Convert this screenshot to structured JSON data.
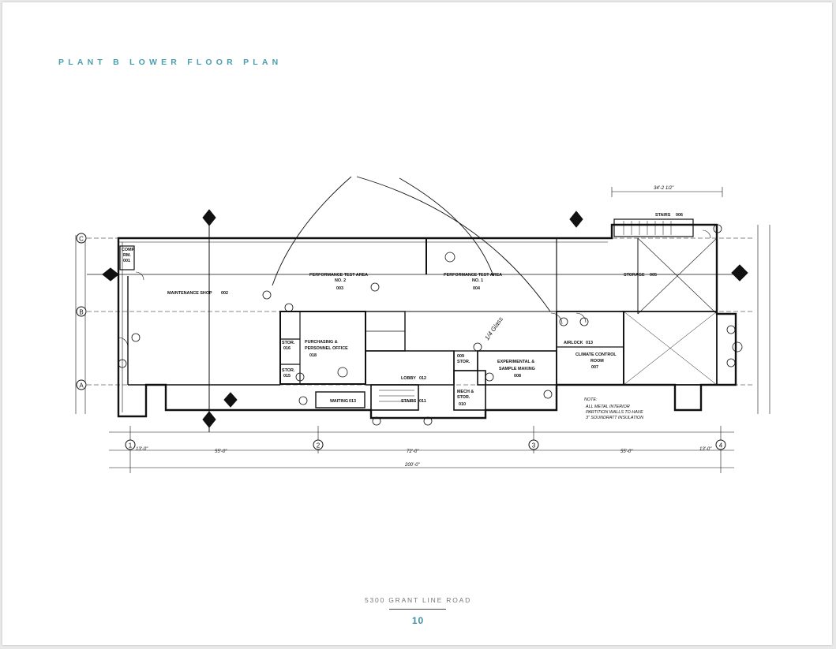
{
  "header": {
    "title": "PLANT B LOWER FLOOR PLAN"
  },
  "plan": {
    "rooms": {
      "maintenance": "MAINTENANCE SHOP",
      "maintenance_no": "002",
      "perf2": "PERFORMANCE TEST AREA",
      "perf2_sub": "NO. 2",
      "perf2_no": "003",
      "perf1": "PERFORMANCE TEST AREA",
      "perf1_sub": "NO. 1",
      "perf1_no": "004",
      "storage": "STORAGE",
      "storage_no": "005",
      "stairs_top": "STAIRS",
      "stairs_top_no": "006",
      "purchasing": "PURCHASING &",
      "purchasing2": "PERSONNEL OFFICE",
      "purchasing_no": "018",
      "stor_a": "STOR.",
      "stor_a_no": "016",
      "stor_b": "STOR.",
      "stor_b_no": "015",
      "lobby": "LOBBY",
      "lobby_no": "012",
      "waiting": "WAITING",
      "waiting_no": "013",
      "stairs_bottom": "STAIRS",
      "stairs_bottom_no": "011",
      "mech": "MECH &",
      "mech2": "STOR.",
      "mech_no": "010",
      "stor_c": "STOR.",
      "stor_c_no": "009",
      "experimental": "EXPERIMENTAL &",
      "experimental2": "SAMPLE MAKING",
      "experimental_no": "008",
      "airlock": "AIRLOCK",
      "airlock_no": "013",
      "climate": "CLIMATE CONTROL",
      "climate2": "ROOM",
      "climate_no": "007",
      "comp": "COMP.",
      "comp2": "RM.",
      "comp_no": "001"
    },
    "grid_letters": [
      "C",
      "B",
      "A"
    ],
    "grid_numbers": [
      "1",
      "2",
      "3",
      "4"
    ],
    "dims": {
      "bay1": "55'-0\"",
      "bay2": "72'-0\"",
      "bay3": "55'-0\"",
      "total": "200'-0\"",
      "left_end": "13'-0\"",
      "right_end": "13'-0\"",
      "top_right": "34'-2 1/2\""
    },
    "notes": {
      "glass": "1/4 Glass",
      "note_title": "NOTE:",
      "note_line1": "ALL METAL INTERIOR",
      "note_line2": "PARTITION WALLS TO HAVE",
      "note_line3": "3\" SOUNDRATT INSULATION"
    }
  },
  "footer": {
    "address": "5300 GRANT LINE ROAD",
    "page_number": "10"
  }
}
